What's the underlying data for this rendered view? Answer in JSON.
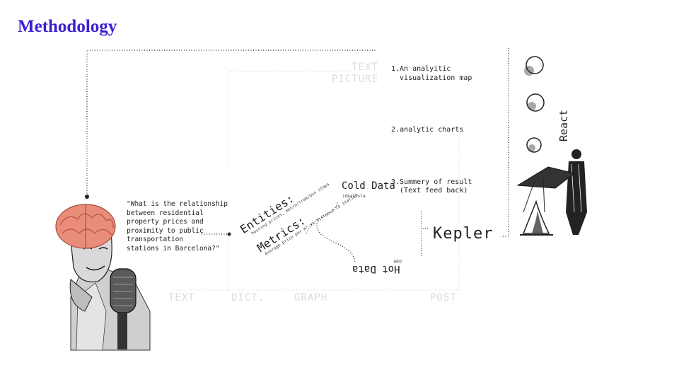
{
  "title": "Methodology",
  "question": "\"What is the relationship\nbetween residential\nproperty prices and\nproximity to public\ntransportation\nstations in Barcelona?\"",
  "entities": {
    "label": "Entities:",
    "detail": "housing prices, metro/tram/bus stops"
  },
  "metrics": {
    "label": "Metrics:",
    "detail": "Average price per m² vs distance to station"
  },
  "cold_data": {
    "label": "Cold Data",
    "source": "idealista"
  },
  "hot_data": {
    "label": "Hot Data",
    "source": "OSM"
  },
  "kepler": "Kepler",
  "react": "React",
  "outputs": [
    "1.An analyitic\n  visualization map",
    "2.analytic charts",
    "3.Summery of result\n  (Text feed back)"
  ],
  "stages": {
    "text": "TEXT",
    "dict": "DICT.",
    "graph": "GRAPH",
    "post": "POST",
    "text_top": "TEXT",
    "picture": "PICTURE"
  },
  "images": {
    "person": "man-with-brain-and-microphone",
    "performer": "man-with-fire-and-smoke"
  }
}
